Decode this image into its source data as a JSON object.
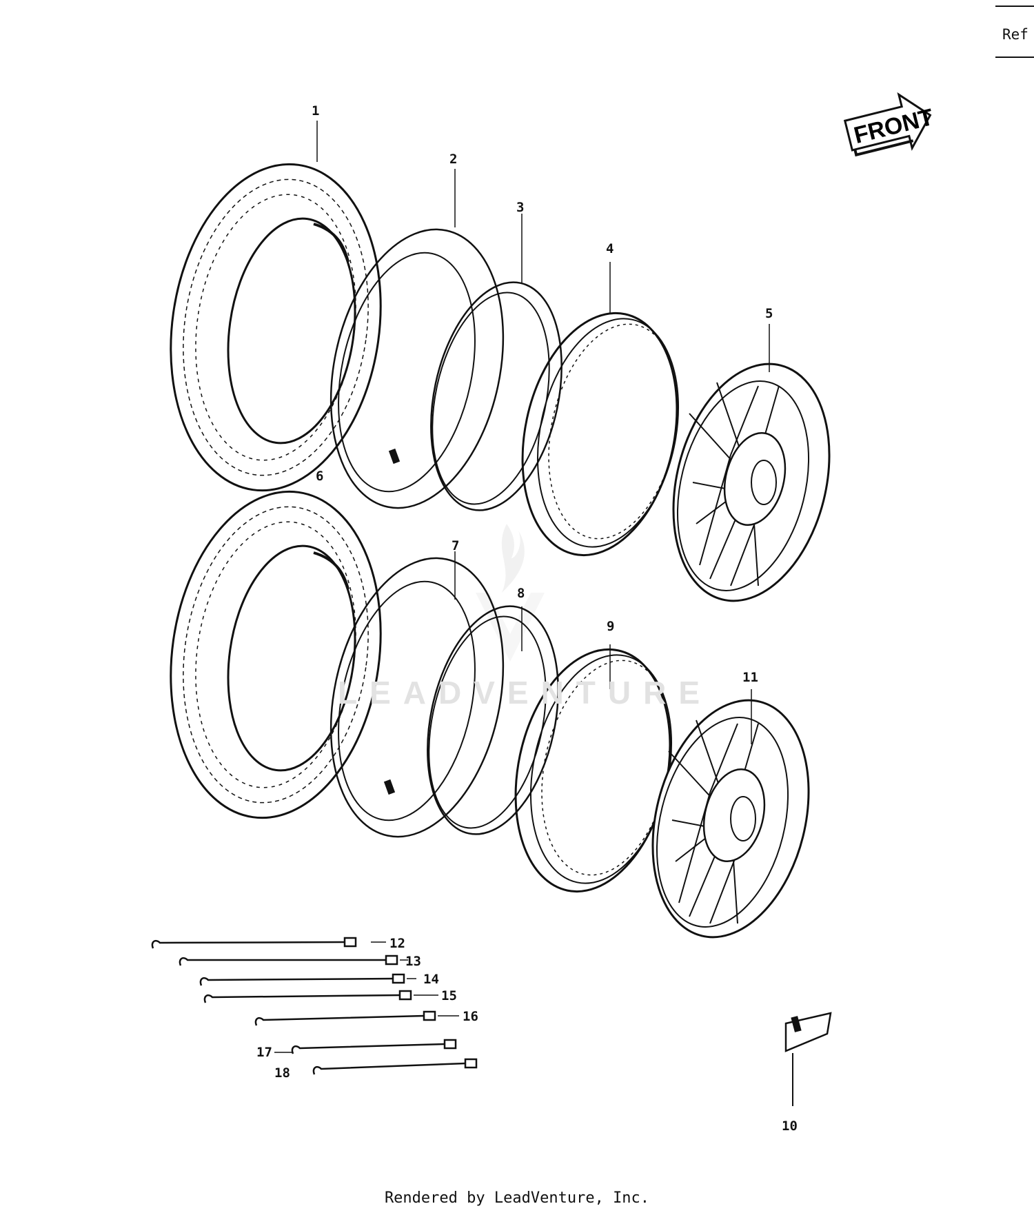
{
  "header": {
    "ref_label": "Ref"
  },
  "front_badge": {
    "label": "FRONT"
  },
  "callouts": {
    "c1": "1",
    "c2": "2",
    "c3": "3",
    "c4": "4",
    "c5": "5",
    "c6": "6",
    "c7": "7",
    "c8": "8",
    "c9": "9",
    "c10": "10",
    "c11": "11",
    "c12": "12",
    "c13": "13",
    "c14": "14",
    "c15": "15",
    "c16": "16",
    "c17": "17",
    "c18": "18"
  },
  "watermark": {
    "text": "LEADVENTURE"
  },
  "footer": {
    "text": "Rendered by LeadVenture, Inc."
  }
}
